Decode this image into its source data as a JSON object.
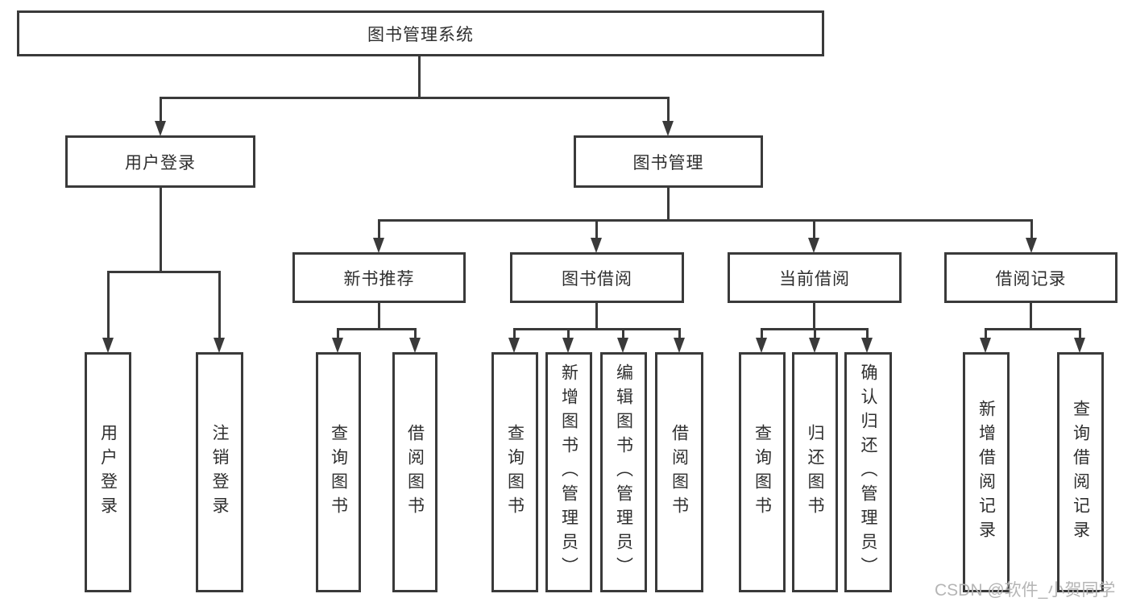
{
  "diagram": {
    "watermark": "CSDN @软件_小贺同学",
    "colors": {
      "line": "#3a3a3a",
      "text": "#2f2f2f",
      "watermark": "#b5b5b5",
      "background": "#ffffff"
    },
    "nodes": {
      "root": {
        "label": "图书管理系统"
      },
      "user_login": {
        "label": "用户登录"
      },
      "book_mgmt": {
        "label": "图书管理"
      },
      "new_book": {
        "label": "新书推荐"
      },
      "book_borrow": {
        "label": "图书借阅"
      },
      "current_borrow": {
        "label": "当前借阅"
      },
      "borrow_record": {
        "label": "借阅记录"
      },
      "leaf_user_login": {
        "label": "用户登录"
      },
      "leaf_logout": {
        "label": "注销登录"
      },
      "leaf_nb_query": {
        "label": "查询图书"
      },
      "leaf_nb_borrow": {
        "label": "借阅图书"
      },
      "leaf_bb_query": {
        "label": "查询图书"
      },
      "leaf_bb_add": {
        "label": "新增图书（管理员）"
      },
      "leaf_bb_edit": {
        "label": "编辑图书（管理员）"
      },
      "leaf_bb_borrow": {
        "label": "借阅图书"
      },
      "leaf_cb_query": {
        "label": "查询图书"
      },
      "leaf_cb_return": {
        "label": "归还图书"
      },
      "leaf_cb_confirm": {
        "label": "确认归还（管理员）"
      },
      "leaf_br_add": {
        "label": "新增借阅记录"
      },
      "leaf_br_query": {
        "label": "查询借阅记录"
      }
    }
  }
}
